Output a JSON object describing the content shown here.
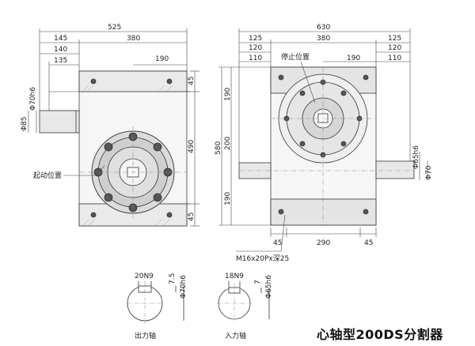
{
  "title": "心轴型200DS分割器",
  "left_view": {
    "dims_top": [
      "525",
      "145",
      "380",
      "140",
      "135",
      "190"
    ],
    "dims_right": [
      "45",
      "490",
      "45"
    ],
    "dims_left": [
      "Φ70h6",
      "Φ85"
    ],
    "label": "起动位置"
  },
  "right_view": {
    "dims_top": [
      "630",
      "125",
      "380",
      "125",
      "120",
      "120",
      "110",
      "110",
      "190"
    ],
    "dims_left": [
      "580",
      "190",
      "200",
      "190"
    ],
    "dims_right": [
      "Φ65h6",
      "Φ70"
    ],
    "dims_bottom": [
      "45",
      "290",
      "45"
    ],
    "label": "停止位置",
    "thread_note": "M16x20Px深25"
  },
  "output_shaft": {
    "key": "20N9",
    "depth": "7.5",
    "dia": "Φ70h6",
    "label": "出力轴"
  },
  "input_shaft": {
    "key": "18N9",
    "depth": "7",
    "dia": "Φ65h6",
    "label": "入力轴"
  }
}
